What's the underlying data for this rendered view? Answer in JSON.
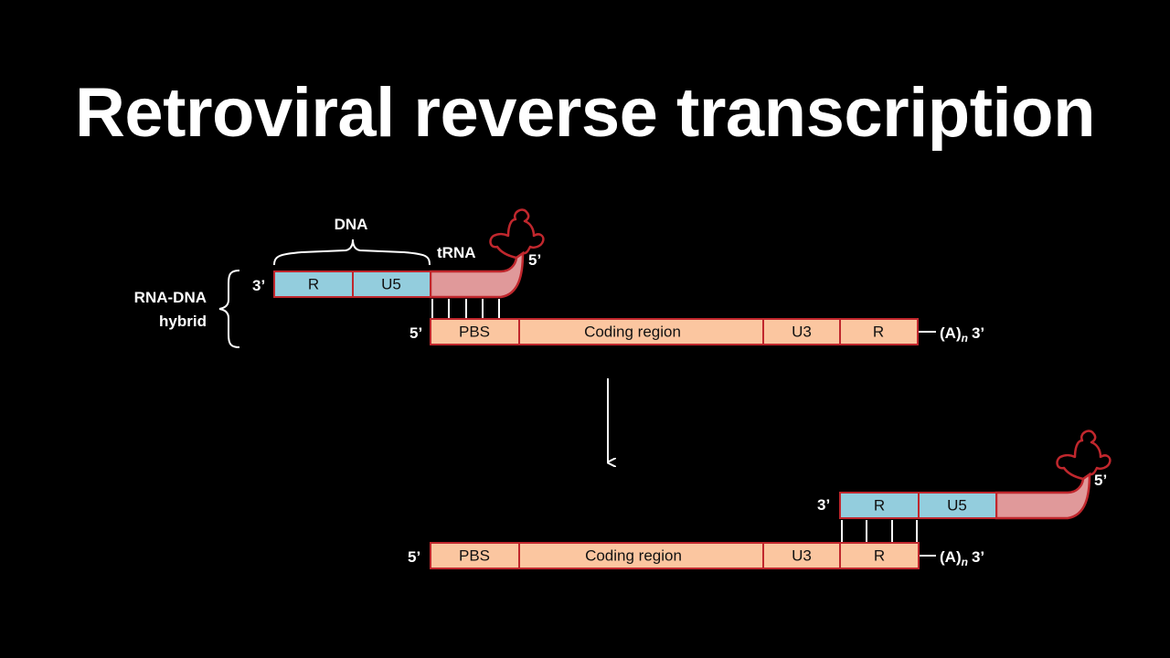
{
  "title": "Retroviral reverse transcription",
  "labels": {
    "dna": "DNA",
    "trna": "tRNA",
    "hybrid_line1": "RNA-DNA",
    "hybrid_line2": "hybrid",
    "three_prime": "3’",
    "five_prime": "5’",
    "polya_a": "(A)",
    "polya_n": "n"
  },
  "top": {
    "dna_segments": [
      "R",
      "U5"
    ],
    "rna_segments": [
      "PBS",
      "Coding region",
      "U3",
      "R"
    ]
  },
  "bottom": {
    "dna_segments": [
      "R",
      "U5"
    ],
    "rna_segments": [
      "PBS",
      "Coding region",
      "U3",
      "R"
    ]
  },
  "colors": {
    "background": "#000000",
    "dna_fill": "#93cddd",
    "rna_fill": "#fbc6a0",
    "trna_fill": "#e0999a",
    "outline": "#c0272d"
  }
}
